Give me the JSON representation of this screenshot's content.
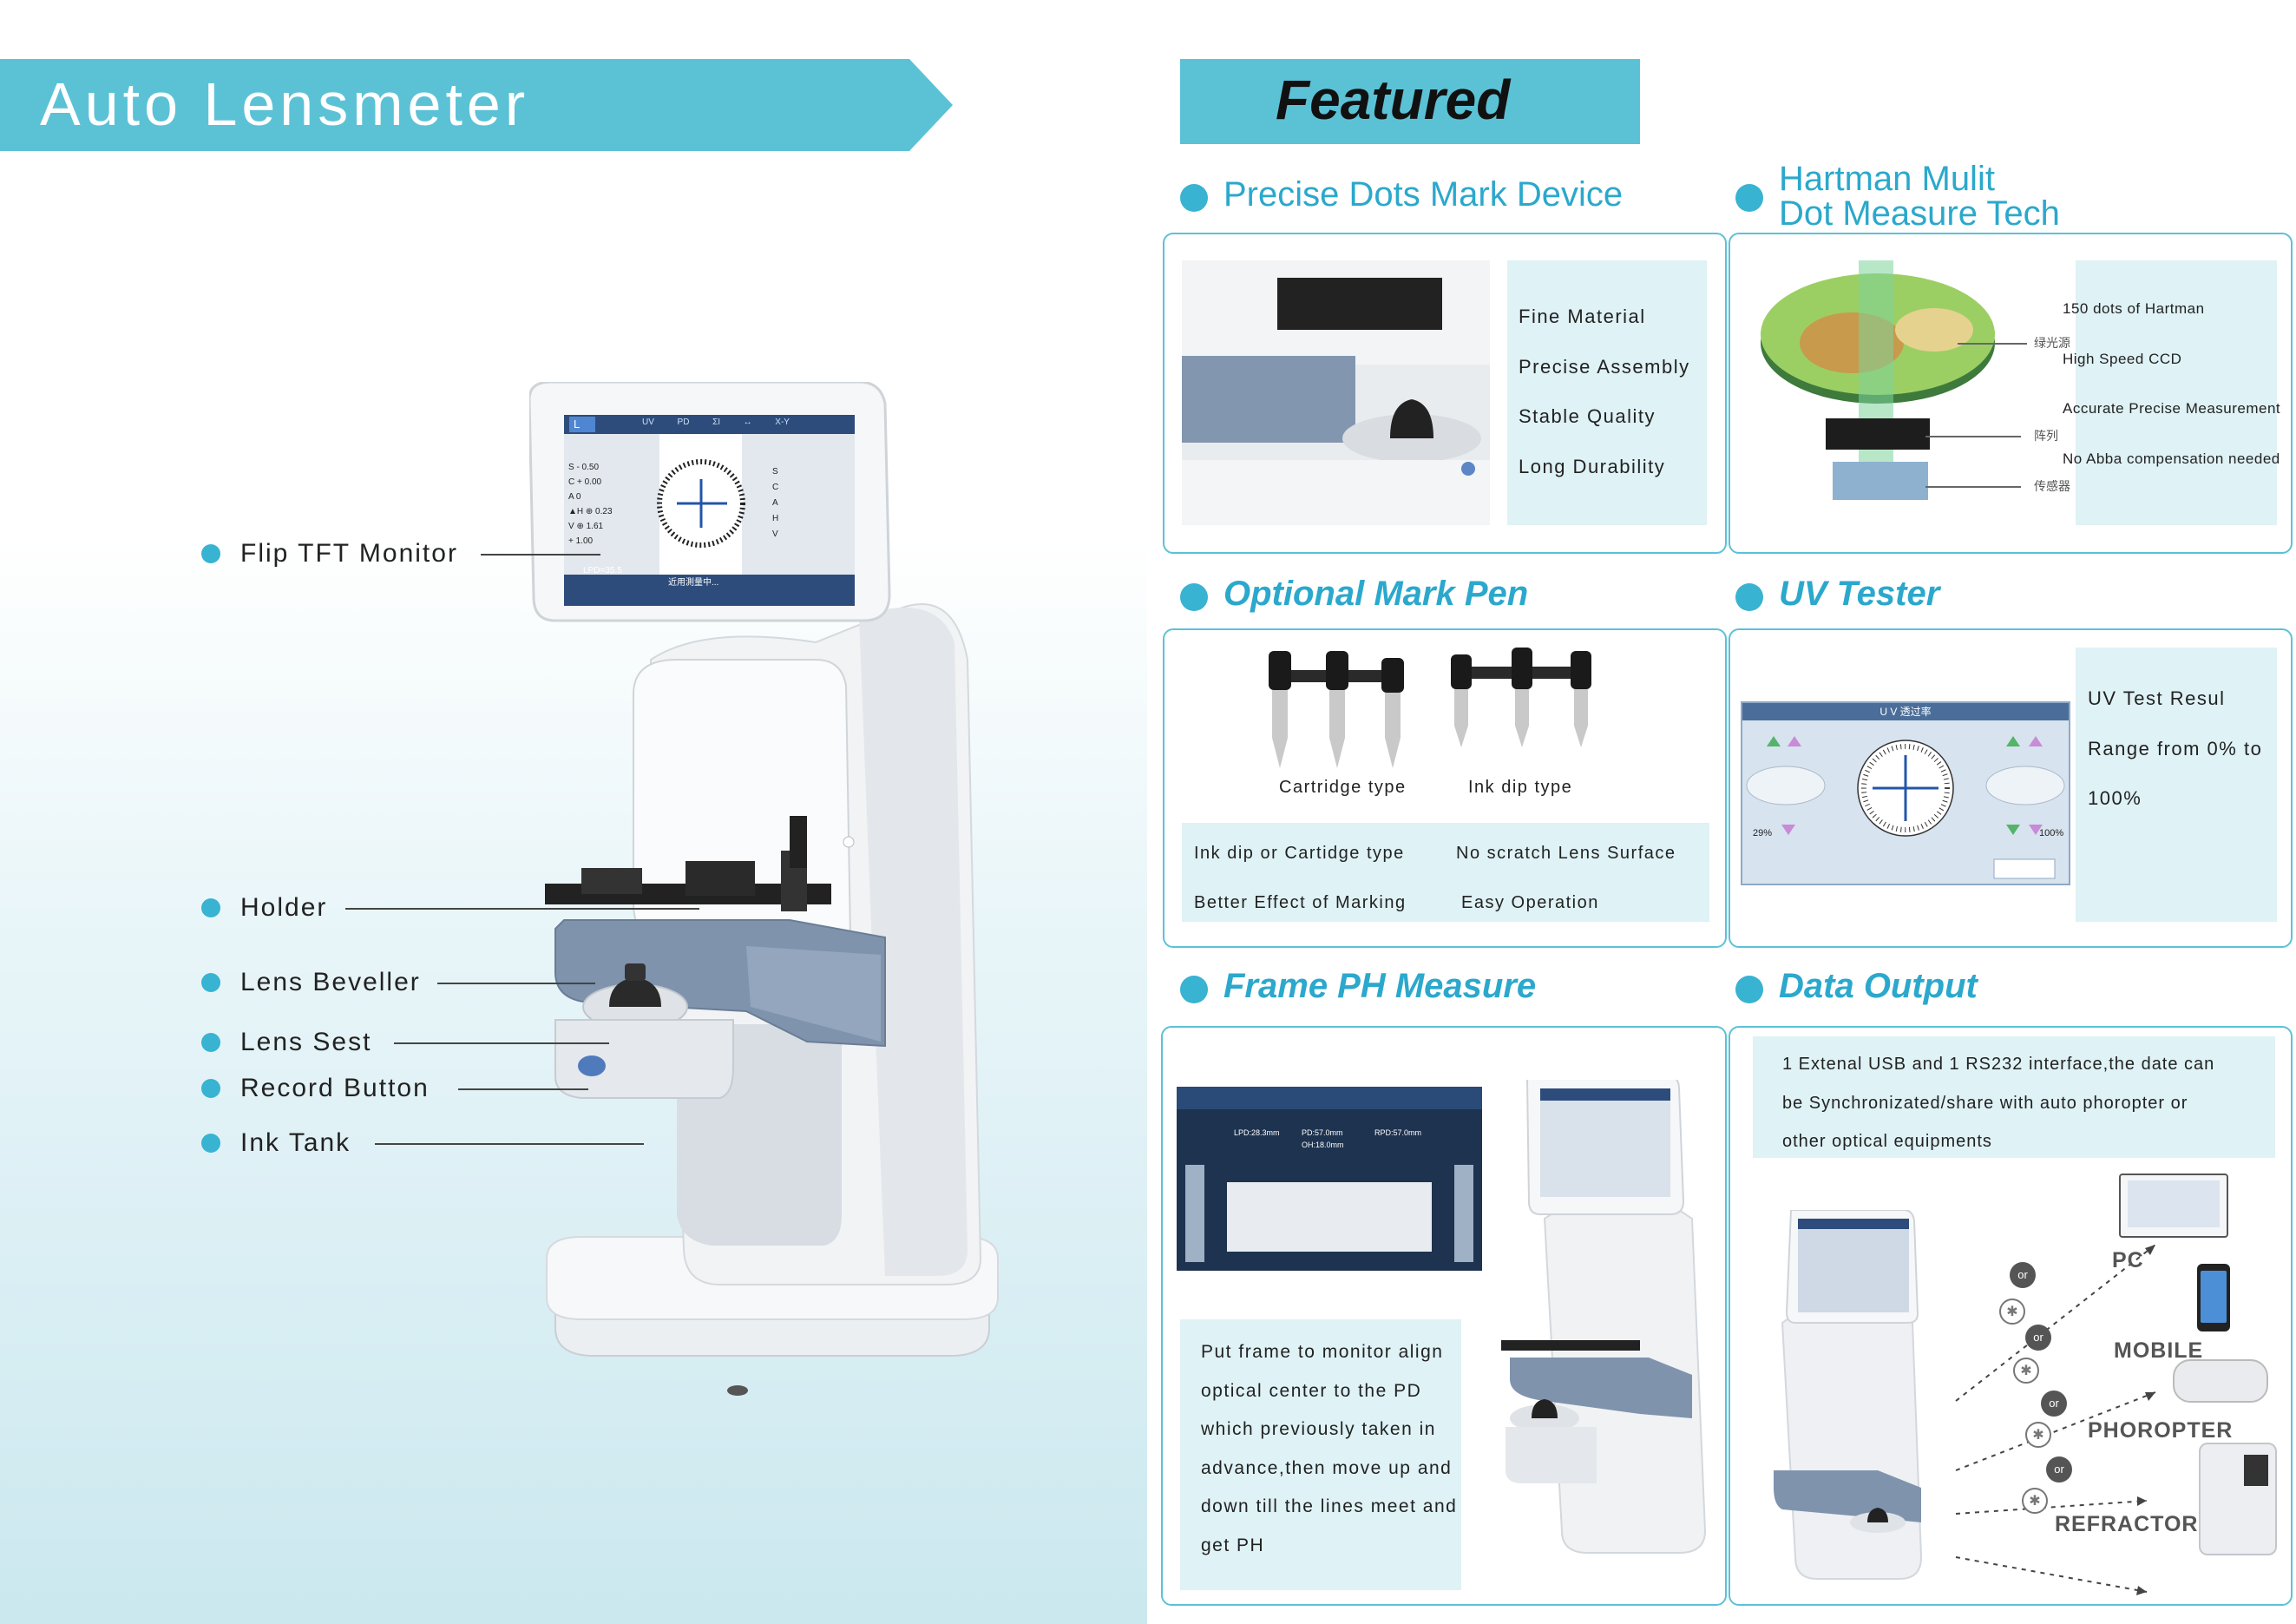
{
  "left": {
    "title": "Auto Lensmeter",
    "callouts": [
      {
        "label": "Flip TFT Monitor"
      },
      {
        "label": "Holder"
      },
      {
        "label": "Lens Beveller"
      },
      {
        "label": "Lens Sest"
      },
      {
        "label": "Record Button"
      },
      {
        "label": "Ink Tank"
      }
    ],
    "screen": {
      "tab": "L",
      "top_tabs": [
        "UV",
        "PD",
        "ΣI",
        "↔",
        "X-Y"
      ],
      "readings": [
        "S - 0.50",
        "C + 0.00",
        "A 0",
        "▲H ⊕ 0.23",
        "V ⊕ 1.61",
        "+ 1.00"
      ],
      "side_letters": [
        "S",
        "C",
        "A",
        "H",
        "V"
      ],
      "lpd": "LPD=35.5",
      "status": "近用測量中..."
    }
  },
  "right": {
    "featured": "Featured",
    "sections": {
      "precise": {
        "title": "Precise Dots Mark Device",
        "items": [
          "Fine Material",
          "Precise Assembly",
          "Stable Quality",
          "Long Durability"
        ]
      },
      "hartman": {
        "title_line1": "Hartman Mulit",
        "title_line2": "Dot Measure Tech",
        "items": [
          "150 dots of Hartman",
          "High Speed CCD",
          "Accurate Precise Measurement",
          "No Abba compensation needed"
        ],
        "cn_labels": [
          "绿光源",
          "阵列",
          "传感器"
        ]
      },
      "markpen": {
        "title": "Optional Mark Pen",
        "captions": [
          "Cartridge type",
          "Ink dip type"
        ],
        "features": [
          "Ink dip or Cartidge type",
          "No scratch Lens Surface",
          "Better Effect of Marking",
          "Easy Operation"
        ]
      },
      "uv": {
        "title": "UV Tester",
        "screen_title": "U V 透过率",
        "left_pct": "29%",
        "right_pct": "100%",
        "lines": [
          "UV Test Resul",
          "Range from 0% to",
          "100%"
        ]
      },
      "frame": {
        "title": "Frame PH Measure",
        "screen_values": [
          "LPD:28.3mm",
          "PD:57.0mm",
          "RPD:57.0mm",
          "OH:18.0mm"
        ],
        "text_lines": [
          "Put frame to monitor align",
          "optical center to the PD",
          "which previously taken in",
          "advance,then move up and",
          "down till the lines meet and",
          "get PH"
        ]
      },
      "output": {
        "title": "Data Output",
        "text_lines": [
          "1 Extenal USB and 1 RS232 interface,the date can",
          "be Synchronizated/share with auto phoropter or",
          "other optical equipments"
        ],
        "devices": [
          "PC",
          "MOBILE",
          "PHOROPTER",
          "REFRACTOR"
        ],
        "or_label": "or"
      }
    }
  }
}
